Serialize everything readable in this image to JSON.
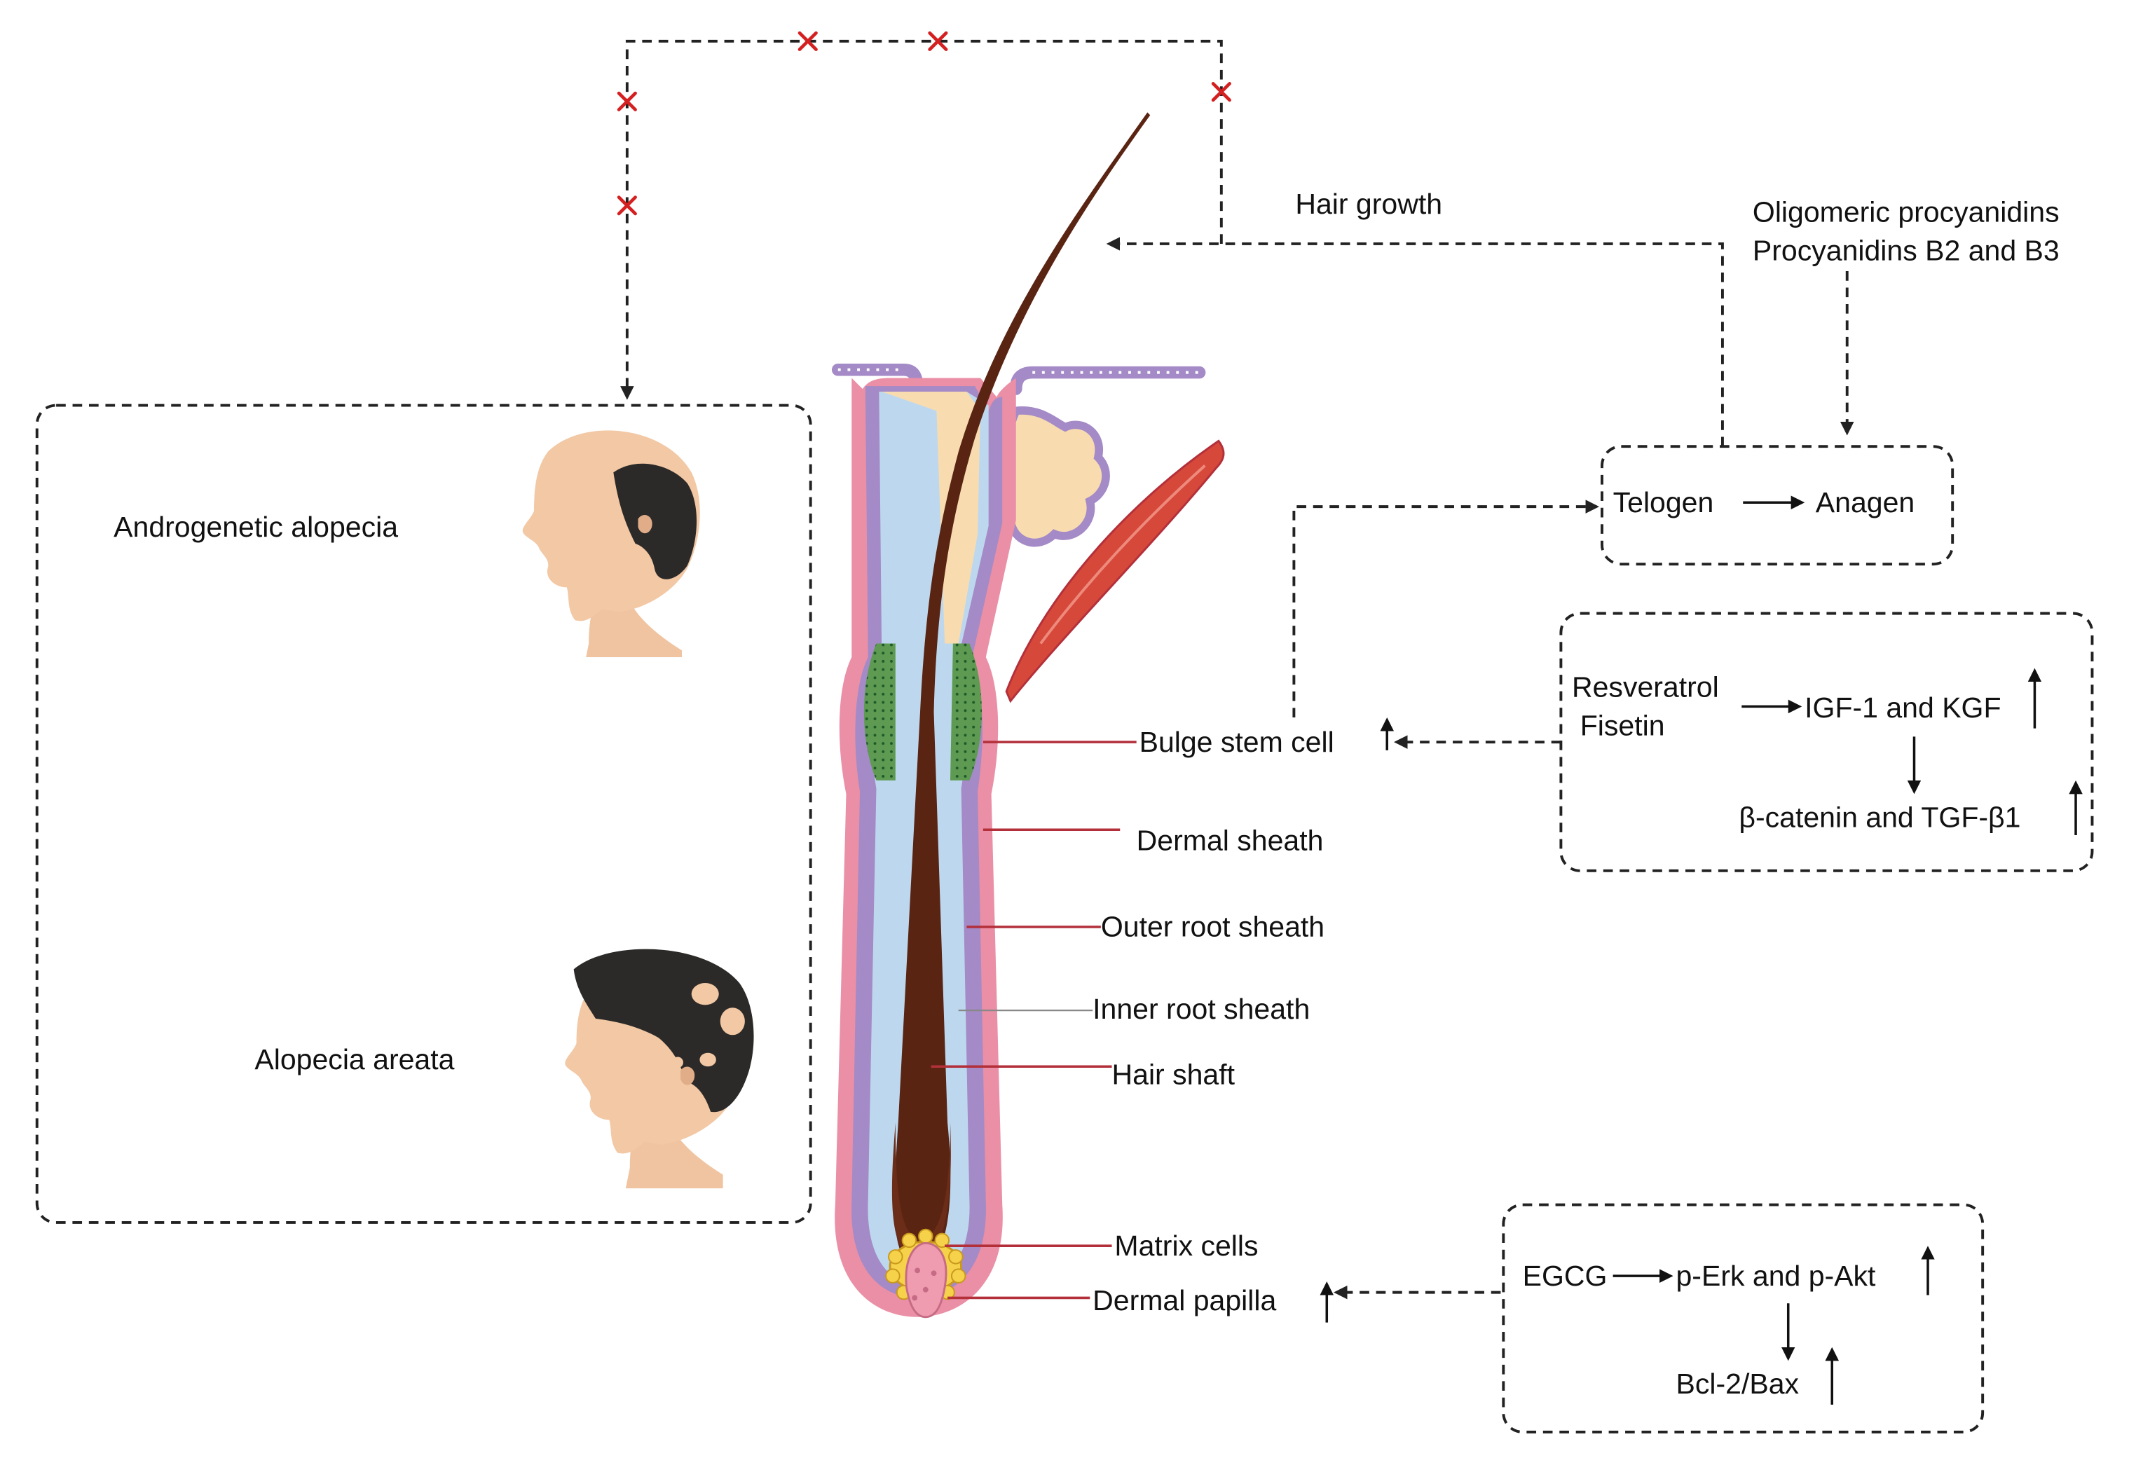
{
  "colors": {
    "dash_line": "#222222",
    "inhibit_x": "#d42020",
    "hair_shaft": "#5a2413",
    "dermal_sheath": "#ea8fa6",
    "outer_root_sheath": "#a48ac6",
    "inner_root_sheath": "#bdd8ee",
    "bulge": "#5e9a52",
    "sebaceous": "#f8dcb0",
    "muscle": "#d5483a",
    "skin_face": "#f2c8a5",
    "hair_dark": "#2c2a28",
    "leader_line": "#b3303b"
  },
  "icons": {
    "inhibit": "x-mark-icon",
    "increase": "up-arrow-icon",
    "decrease": "down-arrow-icon"
  },
  "left_panel": {
    "condition_1": "Androgenetic alopecia",
    "condition_2": "Alopecia areata"
  },
  "follicle": {
    "labels": {
      "bulge_stem_cell": "Bulge stem cell",
      "dermal_sheath": "Dermal sheath",
      "outer_root_sheath": "Outer root sheath",
      "inner_root_sheath": "Inner root sheath",
      "hair_shaft": "Hair shaft",
      "matrix_cells": "Matrix cells",
      "dermal_papilla": "Dermal papilla"
    }
  },
  "pathways": {
    "hair_growth": "Hair growth",
    "procyanidins": {
      "line1": "Oligomeric procyanidins",
      "line2": "Procyanidins B2 and B3"
    },
    "cycle": {
      "from": "Telogen",
      "to": "Anagen"
    },
    "resveratrol_box": {
      "agent1": "Resveratrol",
      "agent2": "Fisetin",
      "target1": "IGF-1 and KGF",
      "target2": "β-catenin and TGF-β1"
    },
    "egcg_box": {
      "agent": "EGCG",
      "target1": "p-Erk and p-Akt",
      "target2": "Bcl-2/Bax"
    }
  }
}
